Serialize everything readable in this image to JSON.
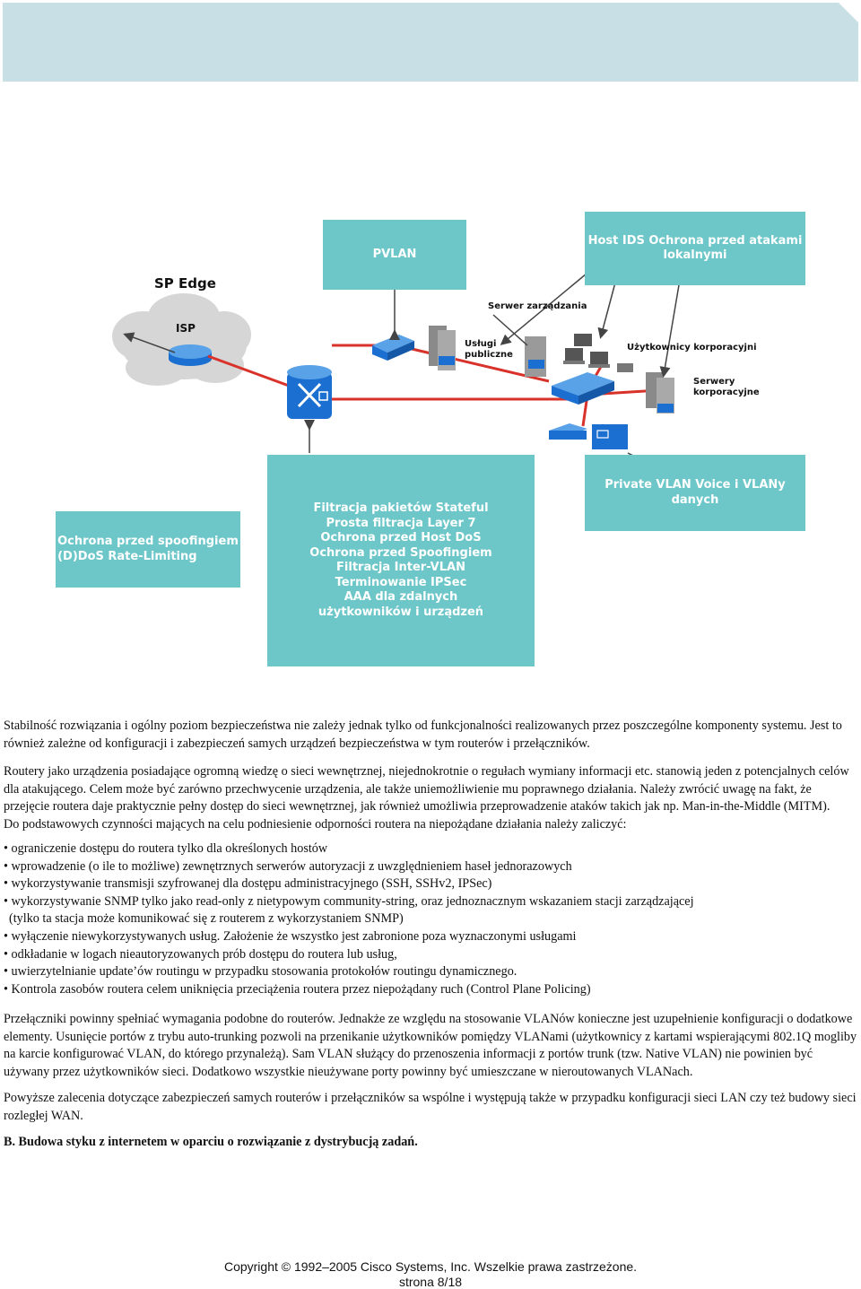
{
  "diagram": {
    "sp_edge_label": "SP Edge",
    "isp_label": "ISP",
    "boxes": {
      "pvlan": [
        "PVLAN"
      ],
      "host_ids": [
        "Host IDS Ochrona przed atakami",
        "lokalnymi"
      ],
      "spoofing": [
        "Ochrona przed spoofingiem",
        "(D)DoS Rate-Limiting"
      ],
      "filtering": [
        "Filtracja pakietów Stateful",
        "Prosta filtracja Layer 7",
        "Ochrona przed Host DoS",
        "Ochrona przed Spoofingiem",
        "Filtracja Inter-VLAN",
        "Terminowanie IPSec",
        "AAA dla zdalnych",
        "użytkowników i urządzeń"
      ],
      "private_vlan": [
        "Private VLAN Voice i VLANy",
        "danych"
      ]
    },
    "labels": {
      "management_server": "Serwer zarządzania",
      "public_services": [
        "Usługi",
        "publiczne"
      ],
      "corporate_users": "Użytkownicy korporacyjni",
      "corporate_servers": [
        "Serwery",
        "korporacyjne"
      ]
    }
  },
  "body": {
    "para1": "Stabilność rozwiązania i ogólny poziom bezpieczeństwa nie zależy jednak tylko od funkcjonalności realizowanych przez poszczególne komponenty systemu. Jest to również zależne od konfiguracji i zabezpieczeń samych urządzeń bezpieczeństwa w tym routerów i przełączników.",
    "para2": "Routery jako urządzenia posiadające ogromną wiedzę o sieci wewnętrznej, niejednokrotnie o regułach wymiany informacji etc. stanowią jeden z potencjalnych celów dla atakującego. Celem może być zarówno przechwycenie urządzenia, ale także uniemożliwienie mu poprawnego działania. Należy zwrócić uwagę na fakt, że przejęcie routera daje praktycznie pełny dostęp do sieci wewnętrznej, jak również umożliwia przeprowadzenie ataków takich jak np. Man-in-the-Middle (MITM).",
    "para3": "Do podstawowych czynności mających na celu podniesienie odporności routera na niepożądane działania należy zaliczyć:",
    "bullets": [
      "ograniczenie dostępu do routera tylko dla określonych hostów",
      "wprowadzenie (o ile to możliwe) zewnętrznych serwerów autoryzacji z uwzględnieniem haseł jednorazowych",
      "wykorzystywanie transmisji szyfrowanej dla dostępu administracyjnego (SSH, SSHv2, IPSec)",
      "wykorzystywanie SNMP tylko jako read-only z nietypowym community-string, oraz jednoznacznym wskazaniem stacji zarządzającej",
      "wyłączenie niewykorzystywanych usług. Założenie że wszystko jest zabronione poza wyznaczonymi usługami",
      "odkładanie w logach nieautoryzowanych prób dostępu do routera lub usług,",
      "uwierzytelnianie update’ów routingu w przypadku stosowania protokołów routingu dynamicznego.",
      "Kontrola zasobów routera celem uniknięcia przeciążenia routera przez niepożądany ruch (Control Plane Policing)"
    ],
    "bullet_continuation": "(tylko ta stacja może komunikować się z routerem z wykorzystaniem SNMP)",
    "para4": "Przełączniki powinny spełniać wymagania podobne do routerów. Jednakże ze względu na stosowanie VLANów konieczne jest uzupełnienie konfiguracji o dodatkowe elementy. Usunięcie portów z trybu auto-trunking pozwoli na przenikanie użytkowników pomiędzy VLANami (użytkownicy z kartami wspierającymi 802.1Q mogliby na karcie konfigurować VLAN, do którego przynależą). Sam VLAN służący do przenoszenia informacji z portów trunk (tzw. Native VLAN) nie powinien być używany przez użytkowników sieci. Dodatkowo wszystkie nieużywane porty powinny być umieszczane w nieroutowanych VLANach.",
    "para5": "Powyższe zalecenia dotyczące zabezpieczeń samych routerów i przełączników sa wspólne i występują także w przypadku konfiguracji sieci LAN czy też budowy sieci rozległej WAN.",
    "heading": "B. Budowa styku z internetem w oparciu o rozwiązanie z dystrybucją zadań."
  },
  "footer": {
    "copyright": "Copyright © 1992–2005 Cisco Systems, Inc. Wszelkie prawa zastrzeżone.",
    "page": "strona 8/18"
  },
  "colors": {
    "header_band": "#c9dfe6",
    "box_teal": "#6dc6c8",
    "link_red": "#d8322a",
    "device_blue": "#1a6fd0"
  }
}
